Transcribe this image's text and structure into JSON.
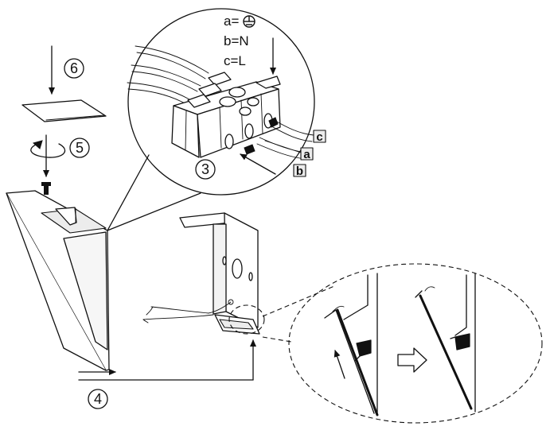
{
  "steps": {
    "step3": "3",
    "step4": "4",
    "step5": "5",
    "step6": "6"
  },
  "wiring_legend": {
    "a_prefix": "a=",
    "a_symbol": "earth-ground-icon",
    "b": "b=N",
    "c": "c=L"
  },
  "wire_tags": {
    "a": "a",
    "b": "b",
    "c": "c"
  }
}
